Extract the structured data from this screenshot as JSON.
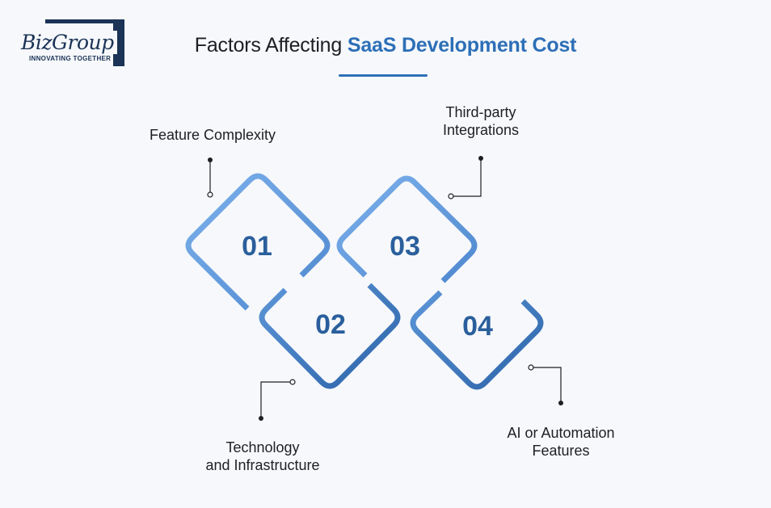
{
  "logo": {
    "name": "BizGroup",
    "tagline": "INNOVATING TOGETHER"
  },
  "title": {
    "prefix": "Factors Affecting ",
    "highlight": "SaaS Development Cost"
  },
  "factors": [
    {
      "number": "01",
      "label": "Feature Complexity"
    },
    {
      "number": "02",
      "label_line1": "Technology",
      "label_line2": "and Infrastructure"
    },
    {
      "number": "03",
      "label_line1": "Third-party",
      "label_line2": "Integrations"
    },
    {
      "number": "04",
      "label_line1": "AI or Automation",
      "label_line2": "Features"
    }
  ],
  "colors": {
    "accent": "#2d6fb7",
    "diamond_light": "#6fa6e6",
    "diamond_dark": "#2c63a8",
    "number": "#2a5f9c",
    "text": "#1d1f24",
    "background": "#f6f8fb"
  }
}
